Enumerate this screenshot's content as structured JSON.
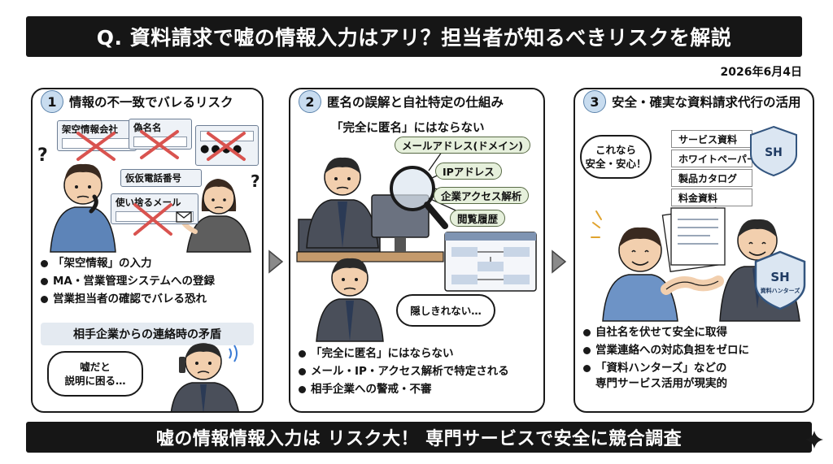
{
  "header": {
    "title": "Q. 資料請求で嘘の情報入力はアリ？担当者が知るべきリスクを解説"
  },
  "date": "2026年6月4日",
  "panels": [
    {
      "number": "1",
      "title": "情報の不一致でバレるリスク",
      "forms": [
        "架空情報会社",
        "偽名名",
        "仮仮電話番号",
        "使い捨るメール"
      ],
      "bullets": [
        "「架空情報」の入力",
        "MA・営業管理システムへの登録",
        "営業担当者の確認でバレる恐れ"
      ],
      "subheading": "相手企業からの連絡時の矛盾",
      "bubble": [
        "嘘だと",
        "説明に困る…"
      ]
    },
    {
      "number": "2",
      "title": "匿名の誤解と自社特定の仕組み",
      "caption": "「完全に匿名」にはならない",
      "tags": [
        "メールアドレス(ドメイン)",
        "IPアドレス",
        "企業アクセス解析",
        "閲覧履歴"
      ],
      "bubble": "隠しきれない…",
      "bullets": [
        "「完全に匿名」にはならない",
        "メール・IP・アクセス解析で特定される",
        "相手企業への警戒・不審"
      ]
    },
    {
      "number": "3",
      "title": "安全・確実な資料請求代行の活用",
      "bubble": [
        "これなら",
        "安全・安心！"
      ],
      "documents": [
        "サービス資料",
        "ホワイトペーパー",
        "製品カタログ",
        "料金資料"
      ],
      "badge_text": "SH",
      "badge_caption": "資料ハンターズ",
      "bullets": [
        "自社名を伏せて安全に取得",
        "営業連絡への対応負担をゼロに",
        "「資料ハンターズ」などの",
        "専門サービス活用が現実的"
      ]
    }
  ],
  "footer": {
    "text": "嘘の情報情報入力は リスク大！ 専門サービスで安全に競合調査"
  },
  "colors": {
    "dark": "#161616",
    "accent_blue": "#c8dcef",
    "tag_green": "#e6f0dc",
    "cross_red": "#d9534f"
  }
}
